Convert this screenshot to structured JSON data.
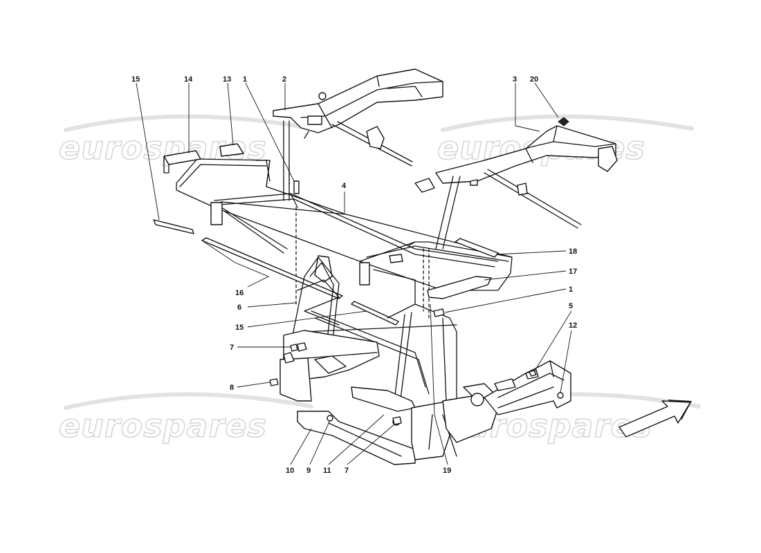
{
  "watermark": {
    "text": "eurospares"
  },
  "callouts": {
    "c15_top": "15",
    "c14": "14",
    "c13": "13",
    "c1_top": "1",
    "c2": "2",
    "c3": "3",
    "c20": "20",
    "c4": "4",
    "c18": "18",
    "c17": "17",
    "c1_right": "1",
    "c16": "16",
    "c6": "6",
    "c15_mid": "15",
    "c7_left": "7",
    "c8": "8",
    "c5": "5",
    "c12": "12",
    "c10": "10",
    "c9": "9",
    "c11": "11",
    "c7_bottom": "7",
    "c19": "19"
  },
  "icons": {
    "direction_arrow": "direction-arrow-icon"
  }
}
